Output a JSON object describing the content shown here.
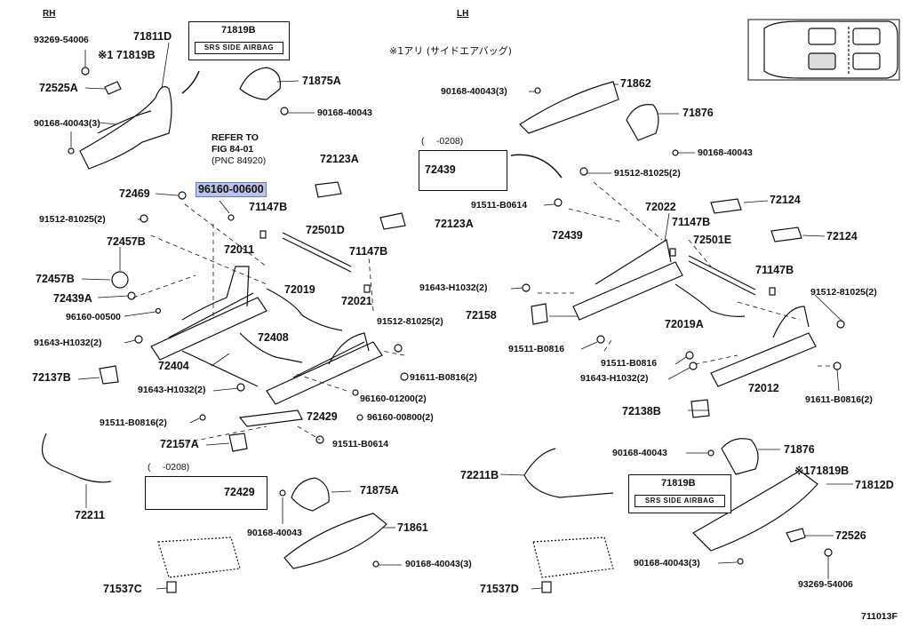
{
  "header": {
    "rh": "RH",
    "lh": "LH",
    "note_jp": "※1アリ (サイドエアバッグ)"
  },
  "boxes": {
    "rh_airbag": {
      "part": "71819B",
      "text": "SRS SIDE AIRBAG"
    },
    "lh_airbag": {
      "part": "71819B",
      "text": "SRS SIDE AIRBAG"
    },
    "rh_date": {
      "range": "(　 -0208)",
      "part": "72429"
    },
    "lh_date": {
      "range": "(　 -0208)",
      "part": "72439"
    }
  },
  "refer": {
    "line1": "REFER TO",
    "line2": "FIG 84-01",
    "line3": "(PNC 84920)"
  },
  "labels": {
    "l1": "93269-54006",
    "l2": "71811D",
    "l3": "※1 71819B",
    "l4": "72525A",
    "l5": "90168-40043(3)",
    "l6": "71875A",
    "l7": "90168-40043",
    "l8": "72123A",
    "l9": "72469",
    "l10": "96160-00600",
    "l11": "91512-81025(2)",
    "l12": "71147B",
    "l13": "72457B",
    "l14": "72501D",
    "l15": "72123A",
    "l16": "72011",
    "l17": "71147B",
    "l18": "72457B",
    "l19": "72439A",
    "l20": "72019",
    "l21": "96160-00500",
    "l22": "72021",
    "l23": "91643-H1032(2)",
    "l24": "91512-81025(2)",
    "l25": "72408",
    "l26": "72404",
    "l27": "72137B",
    "l28": "91611-B0816(2)",
    "l29": "91643-H1032(2)",
    "l30": "96160-01200(2)",
    "l31": "96160-00800(2)",
    "l32": "72429",
    "l33": "91511-B0816(2)",
    "l34": "72157A",
    "l35": "91511-B0614",
    "l36": "72211",
    "l37": "71875A",
    "l38": "90168-40043",
    "l39": "71861",
    "l40": "90168-40043(3)",
    "l41": "71537C",
    "l42": "90168-40043(3)",
    "l43": "71862",
    "l44": "71876",
    "l45": "90168-40043",
    "l46": "91512-81025(2)",
    "l47": "91511-B0614",
    "l48": "72022",
    "l49": "71147B",
    "l50": "72124",
    "l51": "72124",
    "l52": "72439",
    "l53": "72501E",
    "l54": "71147B",
    "l55": "91643-H1032(2)",
    "l56": "91512-81025(2)",
    "l57": "72158",
    "l58": "72019A",
    "l59": "91511-B0816",
    "l60": "91511-B0816",
    "l61": "91643-H1032(2)",
    "l62": "72012",
    "l63": "91611-B0816(2)",
    "l64": "72138B",
    "l65": "90168-40043",
    "l66": "71876",
    "l67": "72211B",
    "l68": "※171819B",
    "l69": "71812D",
    "l70": "72526",
    "l71": "90168-40043(3)",
    "l72": "93269-54006",
    "l73": "71537D"
  },
  "figure_code": "711013F"
}
